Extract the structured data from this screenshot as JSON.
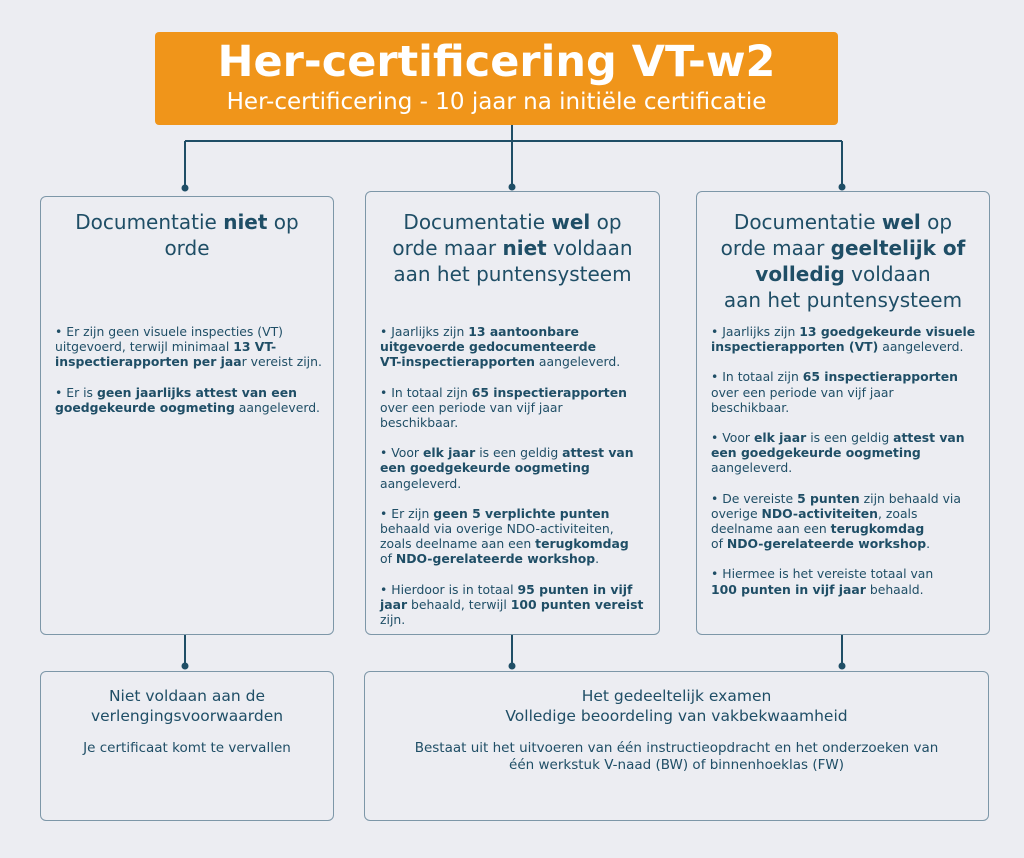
{
  "header": {
    "title": "Her-certificering VT-w2",
    "subtitle": "Her-certificering - 10 jaar na initiële certificatie"
  },
  "colors": {
    "accent": "#f0951a",
    "text": "#1f4e66",
    "line": "#1f4e66",
    "background": "#ecedf2"
  },
  "columns": [
    {
      "title": [
        {
          "t": "Documentatie "
        },
        {
          "t": "niet",
          "b": true
        },
        {
          "t": " op\norde"
        }
      ],
      "bullets": [
        [
          {
            "t": "• Er zijn geen visuele inspecties (VT)\nuitgevoerd, terwijl minimaal "
          },
          {
            "t": "13 VT-\ninspectierapporten per jaa",
            "b": true
          },
          {
            "t": "r vereist zijn."
          }
        ],
        [
          {
            "t": "• Er is "
          },
          {
            "t": "geen jaarlijks attest van een\ngoedgekeurde oogmeting",
            "b": true
          },
          {
            "t": " aangeleverd."
          }
        ]
      ]
    },
    {
      "title": [
        {
          "t": "Documentatie "
        },
        {
          "t": "wel",
          "b": true
        },
        {
          "t": " op\norde maar "
        },
        {
          "t": "niet",
          "b": true
        },
        {
          "t": " voldaan\naan het puntensysteem"
        }
      ],
      "bullets": [
        [
          {
            "t": "• Jaarlijks zijn "
          },
          {
            "t": "13 aantoonbare\nuitgevoerde gedocumenteerde\nVT-inspectierapporten",
            "b": true
          },
          {
            "t": " aangeleverd."
          }
        ],
        [
          {
            "t": "• In totaal zijn "
          },
          {
            "t": "65 inspectierapporten",
            "b": true
          },
          {
            "t": "\nover een periode van vijf jaar\nbeschikbaar."
          }
        ],
        [
          {
            "t": "• Voor "
          },
          {
            "t": "elk jaar",
            "b": true
          },
          {
            "t": " is een geldig "
          },
          {
            "t": "attest van\neen goedgekeurde oogmeting",
            "b": true
          },
          {
            "t": "\naangeleverd."
          }
        ],
        [
          {
            "t": "• Er zijn "
          },
          {
            "t": "geen 5 verplichte punten",
            "b": true
          },
          {
            "t": "\nbehaald via overige NDO-activiteiten,\nzoals deelname aan een "
          },
          {
            "t": "terugkomdag",
            "b": true
          },
          {
            "t": "\nof "
          },
          {
            "t": "NDO-gerelateerde workshop",
            "b": true
          },
          {
            "t": "."
          }
        ],
        [
          {
            "t": "• Hierdoor is in totaal "
          },
          {
            "t": "95 punten in vijf\njaar",
            "b": true
          },
          {
            "t": " behaald, terwijl "
          },
          {
            "t": "100 punten vereist",
            "b": true
          },
          {
            "t": "\nzijn."
          }
        ]
      ]
    },
    {
      "title": [
        {
          "t": "Documentatie "
        },
        {
          "t": "wel",
          "b": true
        },
        {
          "t": " op\norde maar "
        },
        {
          "t": "geeltelijk of\nvolledig",
          "b": true
        },
        {
          "t": " voldaan\naan het puntensysteem"
        }
      ],
      "bullets": [
        [
          {
            "t": "• Jaarlijks zijn "
          },
          {
            "t": "13 goedgekeurde visuele\ninspectierapporten (VT)",
            "b": true
          },
          {
            "t": " aangeleverd."
          }
        ],
        [
          {
            "t": "• In totaal zijn "
          },
          {
            "t": "65 inspectierapporten",
            "b": true
          },
          {
            "t": "\nover een periode van vijf jaar\nbeschikbaar."
          }
        ],
        [
          {
            "t": "• Voor "
          },
          {
            "t": "elk jaar",
            "b": true
          },
          {
            "t": " is een geldig "
          },
          {
            "t": "attest van\neen goedgekeurde oogmeting",
            "b": true
          },
          {
            "t": "\naangeleverd."
          }
        ],
        [
          {
            "t": "• De vereiste "
          },
          {
            "t": "5 punten",
            "b": true
          },
          {
            "t": " zijn behaald via\noverige "
          },
          {
            "t": "NDO-activiteiten",
            "b": true
          },
          {
            "t": ", zoals\ndeelname aan een "
          },
          {
            "t": "terugkomdag",
            "b": true
          },
          {
            "t": "\nof "
          },
          {
            "t": "NDO-gerelateerde workshop",
            "b": true
          },
          {
            "t": "."
          }
        ],
        [
          {
            "t": "• Hiermee is het vereiste totaal van\n"
          },
          {
            "t": "100 punten in vijf jaar",
            "b": true
          },
          {
            "t": " behaald."
          }
        ]
      ]
    }
  ],
  "outcomes": [
    {
      "heading": [
        "Niet voldaan aan de",
        "verlengingsvoorwaarden"
      ],
      "text": [
        "Je certificaat komt te vervallen"
      ]
    },
    {
      "heading": [
        "Het gedeeltelijk examen",
        "Volledige beoordeling van vakbekwaamheid"
      ],
      "text": [
        "Bestaat uit het uitvoeren van één instructieopdracht en het onderzoeken van",
        "één werkstuk V-naad (BW) of binnenhoeklas (FW)"
      ]
    }
  ]
}
